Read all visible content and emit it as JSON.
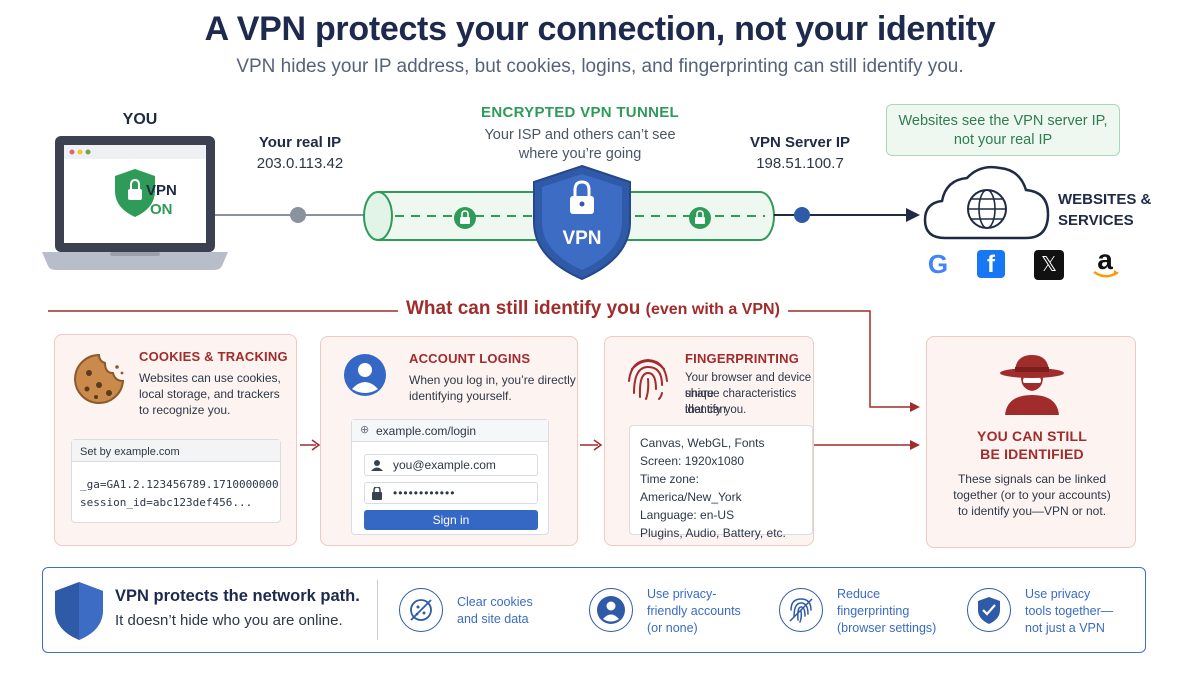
{
  "header": {
    "title": "A VPN protects your connection, not your identity",
    "subtitle": "VPN hides your IP address, but cookies, logins, and fingerprinting can still identify you."
  },
  "you": {
    "label": "YOU",
    "vpn_label": "VPN",
    "vpn_status": "ON"
  },
  "real_ip": {
    "label": "Your real IP",
    "value": "203.0.113.42"
  },
  "tunnel": {
    "title": "ENCRYPTED VPN TUNNEL",
    "desc_line1": "Your ISP and others can’t see",
    "desc_line2": "where you’re going",
    "shield_label": "VPN"
  },
  "server_ip": {
    "label": "VPN Server IP",
    "value": "198.51.100.7"
  },
  "callout": {
    "line1": "Websites see the VPN server IP,",
    "line2": "not your real IP"
  },
  "websites": {
    "label_line1": "WEBSITES &",
    "label_line2": "SERVICES",
    "logos": [
      "google-logo",
      "facebook-logo",
      "x-logo",
      "amazon-logo"
    ],
    "logo_chars": {
      "google": "G",
      "facebook": "f",
      "x": "𝕏",
      "amazon": "a"
    }
  },
  "identify": {
    "heading_main": "What can still identify you",
    "heading_paren": "(even with a VPN)"
  },
  "cards": {
    "cookies": {
      "title": "COOKIES & TRACKING",
      "text_line1": "Websites can use cookies,",
      "text_line2": "local storage, and trackers",
      "text_line3": "to recognize you.",
      "box_header": "Set by example.com",
      "box_line1": "_ga=GA1.2.123456789.1710000000",
      "box_line2": "session_id=abc123def456..."
    },
    "logins": {
      "title": "ACCOUNT LOGINS",
      "text_line1": "When you log in, you’re directly",
      "text_line2": "identifying yourself.",
      "url": "example.com/login",
      "email": "you@example.com",
      "password": "••••••••••••",
      "button": "Sign in"
    },
    "fingerprinting": {
      "title": "FINGERPRINTING",
      "text_line1": "Your browser and device share",
      "text_line2": "unique characteristics that can",
      "text_line3": "identify you.",
      "list": [
        "Canvas, WebGL, Fonts",
        "Screen: 1920x1080",
        "Time zone: America/New_York",
        "Language: en-US",
        "Plugins, Audio, Battery, etc."
      ]
    },
    "identified": {
      "title_line1": "YOU CAN STILL",
      "title_line2": "BE IDENTIFIED",
      "text_line1": "These signals can be linked",
      "text_line2": "together (or to your accounts)",
      "text_line3": "to identify you—VPN or not."
    }
  },
  "bottom": {
    "main_bold": "VPN protects the network path.",
    "main_sub": "It doesn’t hide who you are online.",
    "tips": [
      {
        "line1": "Clear cookies",
        "line2": "and site data",
        "line3": ""
      },
      {
        "line1": "Use privacy-",
        "line2": "friendly accounts",
        "line3": "(or none)"
      },
      {
        "line1": "Reduce",
        "line2": "fingerprinting",
        "line3": "(browser settings)"
      },
      {
        "line1": "Use privacy",
        "line2": "tools together—",
        "line3": "not just a VPN"
      }
    ]
  },
  "colors": {
    "navy": "#1d2a4d",
    "green": "#2e9b58",
    "blue": "#2f5aa8",
    "red": "#a12c2c"
  }
}
